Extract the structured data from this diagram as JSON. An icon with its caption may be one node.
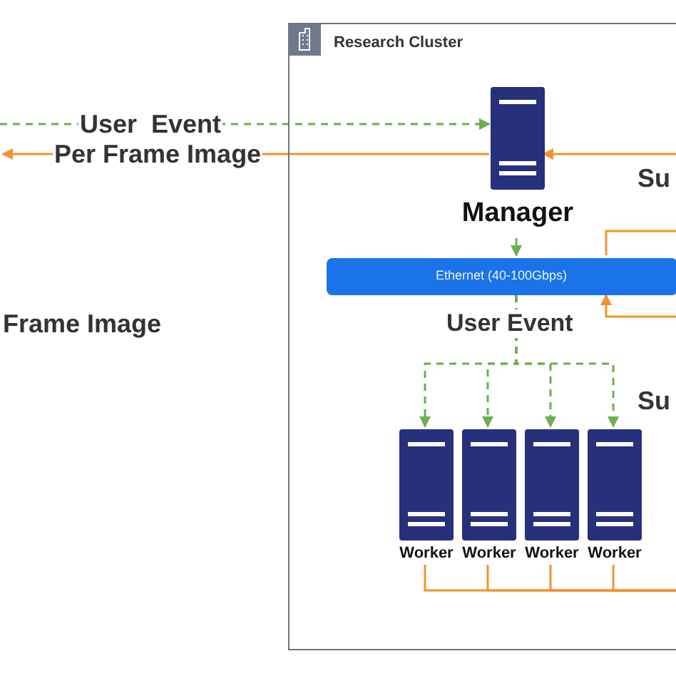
{
  "diagram": {
    "nodes": [
      {
        "text": [
          "Research Cluster"
        ]
      },
      {
        "text": [
          "Manager"
        ],
        "in": 0
      },
      {
        "text": [
          "Ethernet (40-100Gbps)"
        ],
        "in": 0
      },
      {
        "text": [
          "Worker"
        ],
        "in": 0
      },
      {
        "text": [
          "Worker"
        ],
        "in": 0
      },
      {
        "text": [
          "Worker"
        ],
        "in": 0
      },
      {
        "text": [
          "Worker"
        ],
        "in": 0
      }
    ],
    "edges": [
      {
        "from": null,
        "to": 1,
        "arrow": "to",
        "label": "User  Event",
        "style": "dashed",
        "color": "#6ab04c"
      },
      {
        "from": 1,
        "to": null,
        "arrow": "to",
        "label": "Per Frame Image",
        "color": "#f0932b"
      },
      {
        "from": null,
        "to": 1,
        "arrow": "to",
        "color": "#f0932b"
      },
      {
        "from": 1,
        "to": 2,
        "arrow": "to",
        "style": "dashed",
        "color": "#6ab04c"
      },
      {
        "from": 2,
        "to": 3,
        "arrow": "to",
        "label": "User Event",
        "style": "dashed",
        "color": "#6ab04c"
      },
      {
        "from": 2,
        "to": 4,
        "arrow": "to",
        "style": "dashed",
        "color": "#6ab04c"
      },
      {
        "from": 2,
        "to": 5,
        "arrow": "to",
        "style": "dashed",
        "color": "#6ab04c"
      },
      {
        "from": 2,
        "to": 6,
        "arrow": "to",
        "style": "dashed",
        "color": "#6ab04c"
      },
      {
        "from": 2,
        "to": null,
        "arrow": "none",
        "color": "#f0932b"
      },
      {
        "from": null,
        "to": 2,
        "arrow": "to",
        "color": "#f0932b"
      },
      {
        "from": 3,
        "to": null,
        "arrow": "none",
        "color": "#f0932b"
      },
      {
        "from": 4,
        "to": null,
        "arrow": "none",
        "color": "#f0932b"
      },
      {
        "from": 5,
        "to": null,
        "arrow": "none",
        "color": "#f0932b"
      },
      {
        "from": 6,
        "to": null,
        "arrow": "none",
        "color": "#f0932b"
      }
    ],
    "labels": [
      "Su",
      "Frame Image",
      "Su"
    ]
  }
}
